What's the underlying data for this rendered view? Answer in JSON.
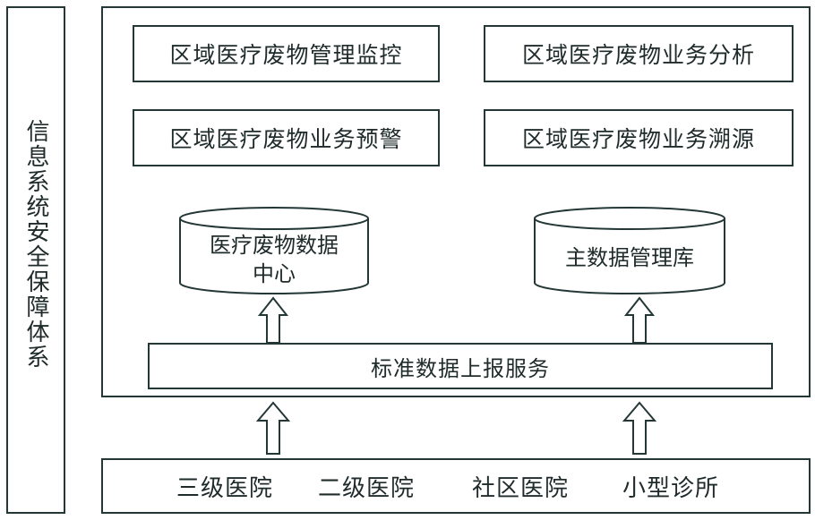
{
  "side": {
    "title": "信息系统安全保障体系"
  },
  "modules": {
    "monitor": "区域医疗废物管理监控",
    "analysis": "区域医疗废物业务分析",
    "warning": "区域医疗废物业务预警",
    "trace": "区域医疗废物业务溯源"
  },
  "databases": {
    "data_center": "医疗废物数据中心",
    "data_center_line1": "医疗废物数据",
    "data_center_line2": "中心",
    "master_db": "主数据管理库"
  },
  "service": {
    "label": "标准数据上报服务"
  },
  "sources": {
    "items": [
      "三级医院",
      "二级医院",
      "社区医院",
      "小型诊所"
    ]
  }
}
